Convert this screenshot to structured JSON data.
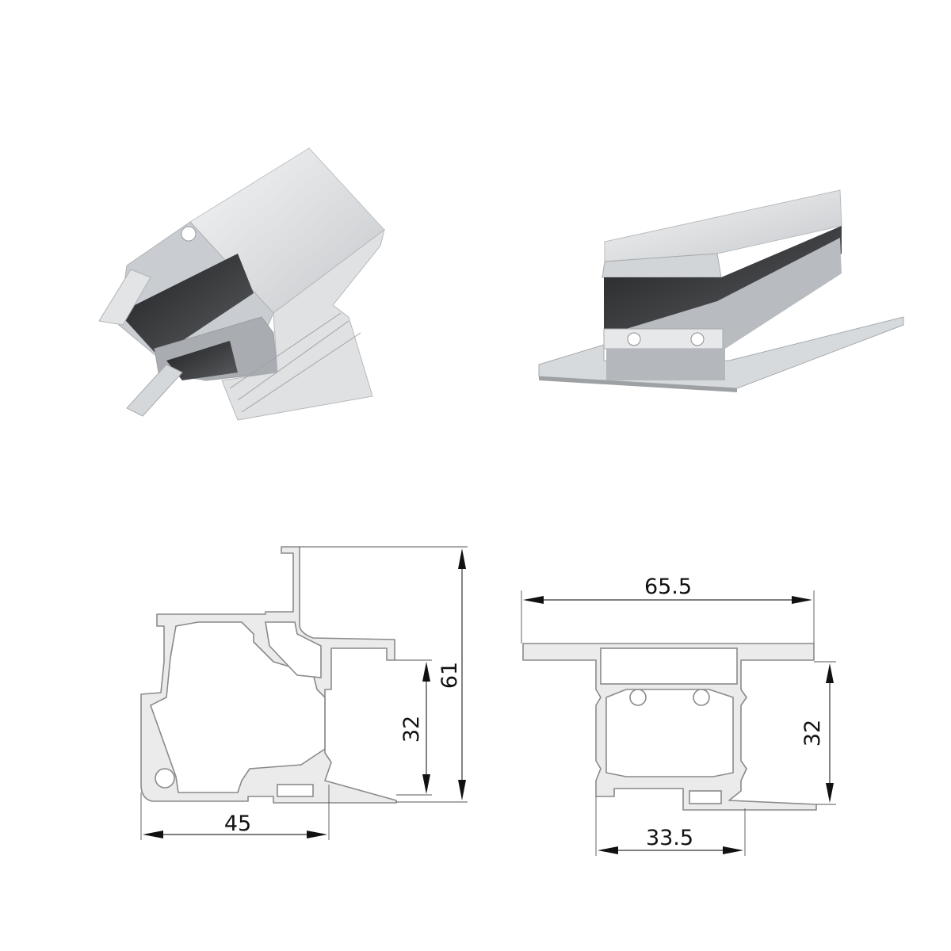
{
  "views": {
    "left_profile": {
      "dimensions": {
        "height_total": "61",
        "height_inner": "32",
        "width": "45"
      }
    },
    "right_profile": {
      "dimensions": {
        "width_total": "65.5",
        "height_inner": "32",
        "width_inner": "33.5"
      }
    }
  },
  "colors": {
    "profile_fill": "#ebebeb",
    "profile_stroke": "#8a8a8a",
    "render_silver": "#d9dcdf",
    "render_dark": "#2e2f31",
    "dimension_line": "#111111"
  }
}
